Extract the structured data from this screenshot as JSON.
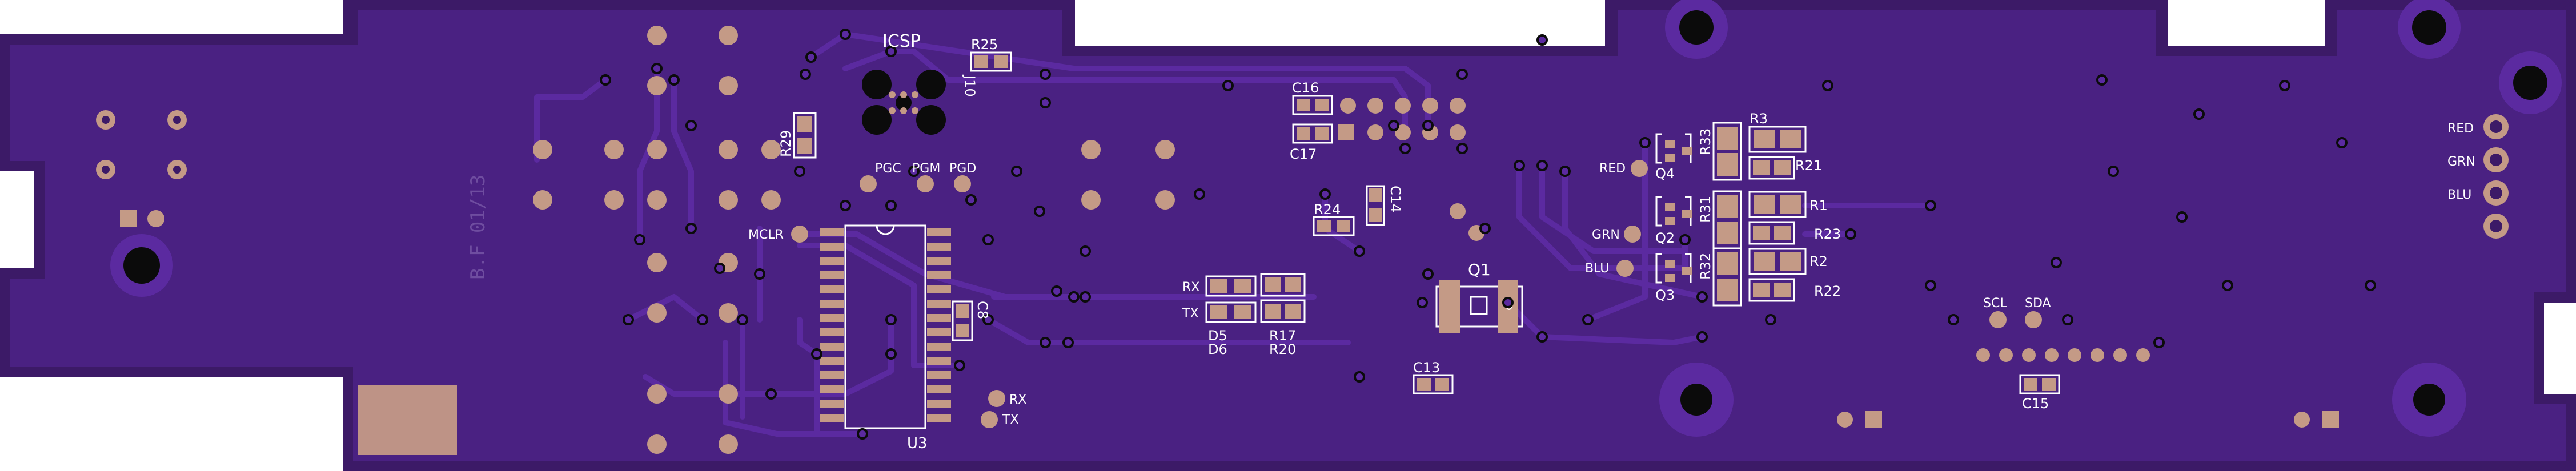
{
  "board": {
    "colors": {
      "substrate": "#3c1a67",
      "copper": "#4a2182",
      "trace": "#5b2aa0",
      "pad": "#c49a86",
      "silk": "#ffffff",
      "via": "#0b0b0b",
      "cutout": "#ffffff"
    },
    "silk_labels": {
      "icsp": "ICSP",
      "j10": "J10",
      "r25": "R25",
      "r29": "R29",
      "pgc": "PGC",
      "pgm": "PGM",
      "pgd": "PGD",
      "mclr": "MCLR",
      "c8": "C8",
      "u3": "U3",
      "rx_u3": "RX",
      "tx_u3": "TX",
      "c16": "C16",
      "c17": "C17",
      "c14": "C14",
      "r24": "R24",
      "rx_led": "RX",
      "tx_led": "TX",
      "d5": "D5",
      "d6": "D6",
      "r17": "R17",
      "r20": "R20",
      "q1": "Q1",
      "c13": "C13",
      "red_q": "RED",
      "grn_q": "GRN",
      "blu_q": "BLU",
      "q4": "Q4",
      "q2": "Q2",
      "q3": "Q3",
      "r33": "R33",
      "r31": "R31",
      "r32": "R32",
      "r3": "R3",
      "r21": "R21",
      "r1": "R1",
      "r23": "R23",
      "r2": "R2",
      "r22": "R22",
      "scl": "SCL",
      "sda": "SDA",
      "c15": "C15",
      "red_conn": "RED",
      "grn_conn": "GRN",
      "blu_conn": "BLU",
      "revision": "B.F 01/13"
    }
  }
}
